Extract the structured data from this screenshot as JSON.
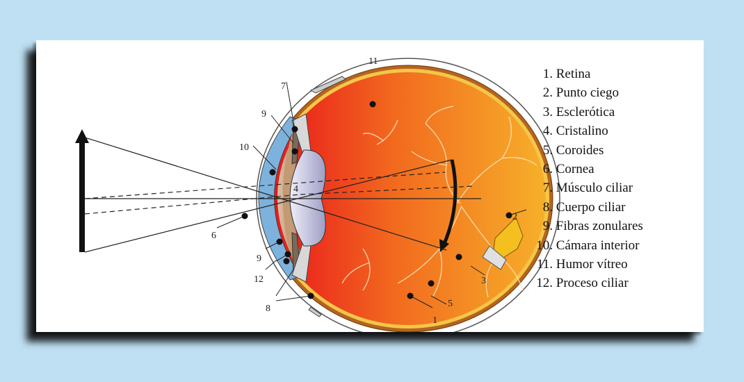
{
  "diagram": {
    "callouts": {
      "c1": "1",
      "c2": "2",
      "c3": "3",
      "c4": "4",
      "c5": "5",
      "c6": "6",
      "c7": "7",
      "c8": "8",
      "c9a": "9",
      "c9b": "9",
      "c10": "10",
      "c11": "11",
      "c12": "12"
    },
    "legend": [
      {
        "number": "1.",
        "label": "Retina"
      },
      {
        "number": "2.",
        "label": "Punto ciego"
      },
      {
        "number": "3.",
        "label": "Esclerótica"
      },
      {
        "number": "4.",
        "label": "Cristalino"
      },
      {
        "number": "5.",
        "label": "Coroides"
      },
      {
        "number": "6.",
        "label": "Cornea"
      },
      {
        "number": "7.",
        "label": "Músculo ciliar"
      },
      {
        "number": "8.",
        "label": "Cuerpo ciliar"
      },
      {
        "number": "9.",
        "label": "Fibras zonulares"
      },
      {
        "number": "10.",
        "label": "Cámara interior"
      },
      {
        "number": "11.",
        "label": "Humor vítreo"
      },
      {
        "number": "12.",
        "label": "Proceso ciliar"
      }
    ]
  },
  "colors": {
    "background": "#bfe0f2",
    "card": "#ffffff",
    "vitreous_start": "#e8141c",
    "vitreous_end": "#f6a81a",
    "cornea": "#7db2dc",
    "anterior_chamber": "#c9a07a",
    "lens": "#b8b8d8"
  }
}
